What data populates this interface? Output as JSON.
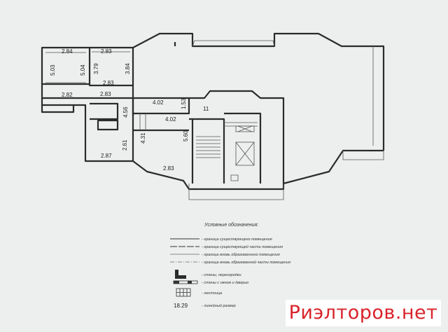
{
  "dimensions": {
    "d1": "2.84",
    "d2": "2.83",
    "d3": "5.03",
    "d4": "5.04",
    "d5": "3.79",
    "d6": "3.84",
    "d7": "2.83",
    "d8": "2.82",
    "d9": "2.83",
    "d10": "4.56",
    "d11": "4.02",
    "d12": "1.53",
    "d13": "11",
    "d14": "4.02",
    "d15": "4.31",
    "d16": "2.61",
    "d17": "5.60",
    "d18": "2.87",
    "d19": "2.83"
  },
  "legend": {
    "title": "Условные обозначения:",
    "items": [
      "- граница существующего помещения",
      "- граница существующей части помещения",
      "- граница вновь образованного помещения",
      "- граница вновь образованной части помещения",
      "- стены, перегородки",
      "- стены с окном и дверью",
      "- лестница",
      "- линейный размер"
    ],
    "scale_sample": "18.29"
  },
  "watermark": "Риэлторов.нет"
}
